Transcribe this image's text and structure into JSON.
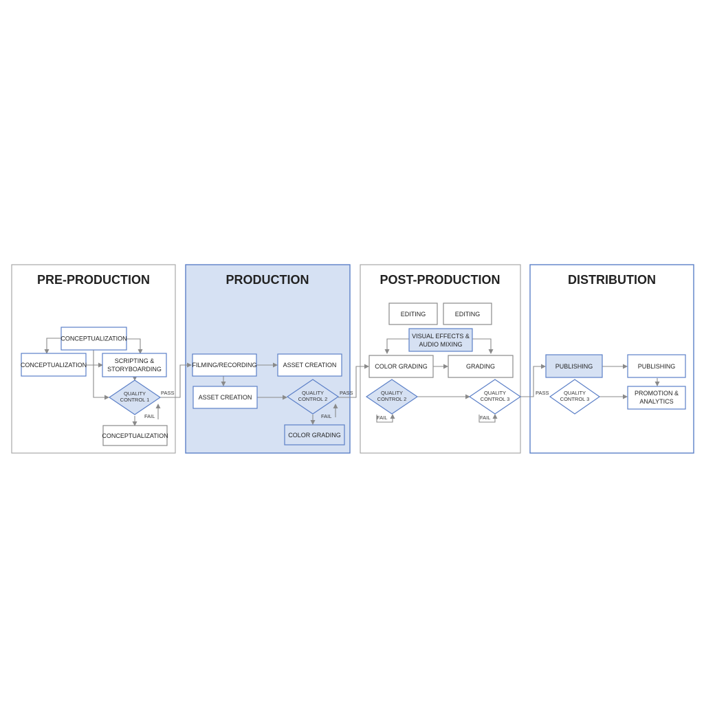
{
  "phases": {
    "pre": {
      "title": "PRE-PRODUCTION",
      "concept_top": "CONCEPTUALIZATION",
      "concept_left": "CONCEPTUALIZATION",
      "scripting_1": "SCRIPTING &",
      "scripting_2": "STORYBOARDING",
      "qc_1": "QUALITY",
      "qc_2": "CONTROL 1",
      "pass": "PASS",
      "fail": "FAIL",
      "concept_bottom": "CONCEPTUALIZATION"
    },
    "prod": {
      "title": "PRODUCTION",
      "filming": "FILMING/RECORDING",
      "asset_top": "ASSET CREATION",
      "asset_bottom": "ASSET CREATION",
      "qc_1": "QUALITY",
      "qc_2": "CONTROL 2",
      "pass": "PASS",
      "fail": "FAIL",
      "color_grading": "COLOR GRADING"
    },
    "post": {
      "title": "POST-PRODUCTION",
      "editing_1": "EDITING",
      "editing_2": "EDITING",
      "vfx_1": "VISUAL EFFECTS &",
      "vfx_2": "AUDIO MIXING",
      "color_grading": "COLOR GRADING",
      "grading": "GRADING",
      "qc2_1": "QUALITY",
      "qc2_2": "CONTROL 2",
      "fail_left": "FAIL",
      "qc3_1": "QUALITY",
      "qc3_2": "CONTROL 3",
      "fail_right": "FAIL"
    },
    "dist": {
      "title": "DISTRIBUTION",
      "publishing_1": "PUBLISHING",
      "publishing_2": "PUBLISHING",
      "pass": "PASS",
      "qc_1": "QUALITY",
      "qc_2": "CONTROL 3",
      "promo_1": "PROMOTION &",
      "promo_2": "ANALYTICS"
    }
  },
  "colors": {
    "accent_blue": "#5b7fc7",
    "panel_fill": "#d6e1f3",
    "panel_border": "#a8a8a8",
    "line_gray": "#8a8a8a"
  }
}
